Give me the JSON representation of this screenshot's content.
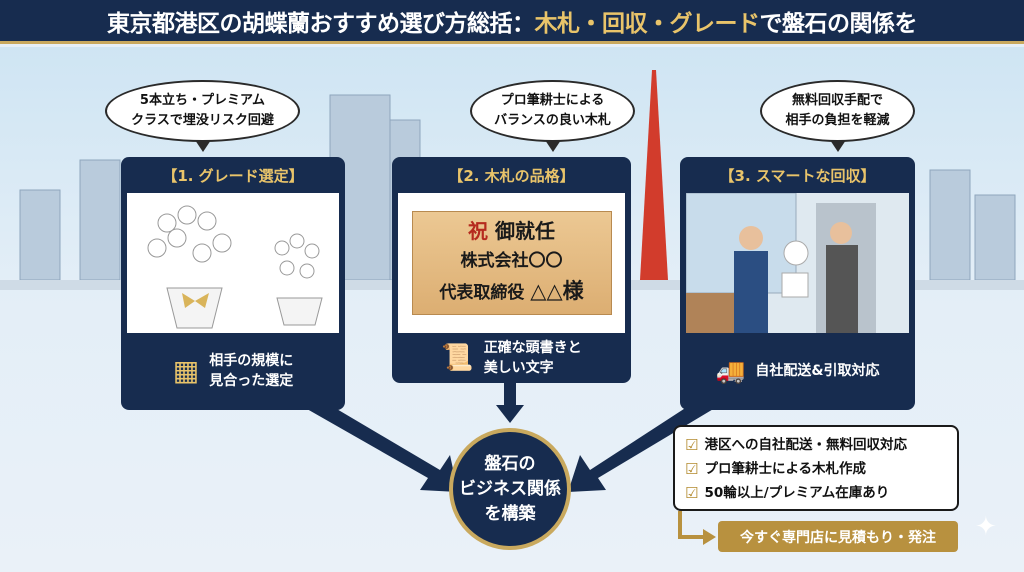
{
  "title": {
    "prefix": "東京都港区の胡蝶蘭おすすめ選び方総括：",
    "highlight": "木札・回収・グレード",
    "suffix": "で盤石の関係を"
  },
  "bubbles": [
    {
      "line1": "5本立ち・プレミアム",
      "line2": "クラスで埋没リスク回避"
    },
    {
      "line1": "プロ筆耕士による",
      "line2": "バランスの良い木札"
    },
    {
      "line1": "無料回収手配で",
      "line2": "相手の負担を軽減"
    }
  ],
  "panels": [
    {
      "heading": "【1. グレード選定】",
      "footer1": "相手の規模に",
      "footer2": "見合った選定",
      "icon": "building-icon"
    },
    {
      "heading": "【2. 木札の品格】",
      "footer1": "正確な頭書きと",
      "footer2": "美しい文字",
      "icon": "scroll-icon"
    },
    {
      "heading": "【3. スマートな回収】",
      "footer1": "自社配送&引取対応",
      "footer2": "",
      "icon": "truck-icon"
    }
  ],
  "plaque": {
    "mark": "祝",
    "line1": "御就任",
    "line2": "株式会社〇〇",
    "line3a": "代表取締役",
    "line3b": "△△様"
  },
  "center": {
    "line1": "盤石の",
    "line2": "ビジネス関係",
    "line3": "を構築"
  },
  "checklist": [
    "港区への自社配送・無料回収対応",
    "プロ筆耕士による木札作成",
    "50輪以上/プレミアム在庫あり"
  ],
  "cta": "今すぐ専門店に見積もり・発注",
  "colors": {
    "navy": "#172c4f",
    "gold": "#c9a95e",
    "cta": "#b8913f"
  }
}
